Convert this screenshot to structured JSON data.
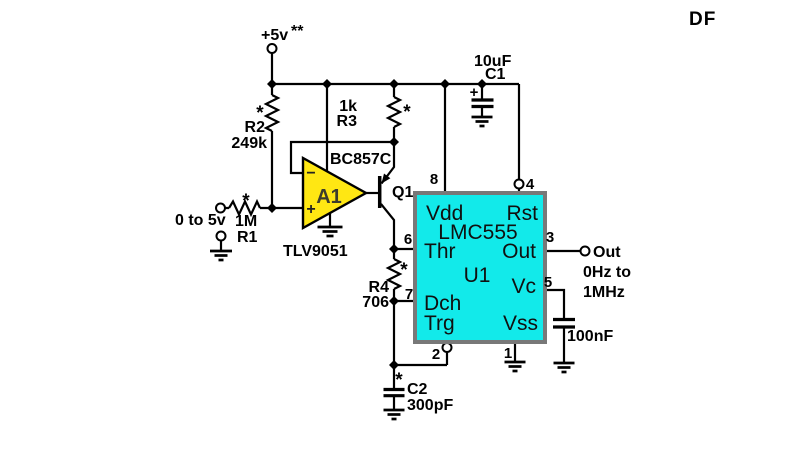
{
  "brand": {
    "logo": "DF"
  },
  "power": {
    "label": "+5v",
    "stars": "**"
  },
  "source": {
    "label": "0 to 5v"
  },
  "components": {
    "r1": {
      "name": "R1",
      "value": "1M",
      "star": "*"
    },
    "r2": {
      "name": "R2",
      "value": "249k",
      "star": "*"
    },
    "r3": {
      "name": "R3",
      "value": "1k",
      "star": "*"
    },
    "r4": {
      "name": "R4",
      "value": "706",
      "star": "*"
    },
    "c1": {
      "name": "C1",
      "value": "10uF",
      "polarity": "+"
    },
    "c2": {
      "name": "C2",
      "value": "300pF",
      "star": "*"
    },
    "c3": {
      "value": "100nF"
    },
    "opamp": {
      "name": "A1",
      "part": "TLV9051",
      "minus": "−",
      "plus": "+"
    },
    "q1": {
      "name": "Q1",
      "part": "BC857C"
    }
  },
  "chip": {
    "name": "U1",
    "part": "LMC555",
    "pins": {
      "vdd": {
        "label": "Vdd",
        "number": "8"
      },
      "rst": {
        "label": "Rst",
        "number": "4"
      },
      "thr": {
        "label": "Thr",
        "number": "6"
      },
      "out": {
        "label": "Out",
        "number": "3"
      },
      "vc": {
        "label": "Vc",
        "number": "5"
      },
      "dch": {
        "label": "Dch",
        "number": "7"
      },
      "trg": {
        "label": "Trg",
        "number": "2"
      },
      "vss": {
        "label": "Vss",
        "number": "1"
      }
    }
  },
  "output": {
    "label": "Out",
    "range_line1": "0Hz to",
    "range_line2": "1MHz"
  },
  "colors": {
    "chip_fill": "#12eaea",
    "chip_border": "#787878",
    "opamp_fill": "#ffe713",
    "brand": "#f0743c",
    "wire": "#000000",
    "background": "#ffffff"
  }
}
